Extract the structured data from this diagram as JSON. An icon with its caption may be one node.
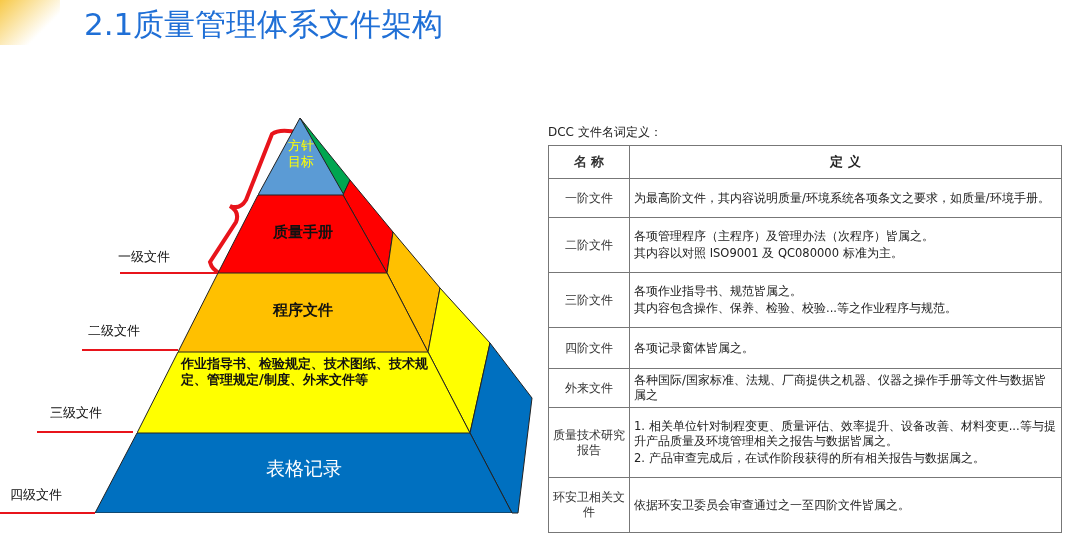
{
  "diagram": {
    "title": "2.1质量管理体系文件架构",
    "nodes": [
      {
        "text": [
          "方针目标"
        ]
      },
      {
        "text": [
          "质量手册"
        ]
      },
      {
        "text": [
          "程序文件"
        ]
      },
      {
        "text": [
          "作业指导书、检验规定、技术图纸、技术规定、管理规定/制度、外来文件等"
        ]
      },
      {
        "text": [
          "表格记录"
        ]
      }
    ],
    "edges": [],
    "labels": [
      "一级文件",
      "二级文件",
      "三级文件",
      "四级文件",
      "DCC 文件名词定义：",
      "名 称",
      "定 义",
      "一阶文件",
      "为最高阶文件，其内容说明质量/环境系统各项条文之要求，如质量/环境手册。",
      "二阶文件",
      "各项管理程序（主程序）及管理办法（次程序）皆属之。",
      "其内容以对照 ISO9001 及 QC080000 标准为主。",
      "三阶文件",
      "各项作业指导书、规范皆属之。",
      "其内容包含操作、保养、检验、校验...等之作业程序与规范。",
      "四阶文件",
      "各项记录窗体皆属之。",
      "外来文件",
      "各种国际/国家标准、法规、厂商提供之机器、仪器之操作手册等文件与数据皆属之",
      "质量技术研究报告",
      "1. 相关单位针对制程变更、质量评估、效率提升、设备改善、材料变更...等与提升产品质量及环境管理相关之报告与数据皆属之。",
      "2. 产品审查完成后，在试作阶段获得的所有相关报告与数据属之。",
      "环安卫相关文件",
      "依据环安卫委员会审查通过之一至四阶文件皆属之。"
    ]
  }
}
